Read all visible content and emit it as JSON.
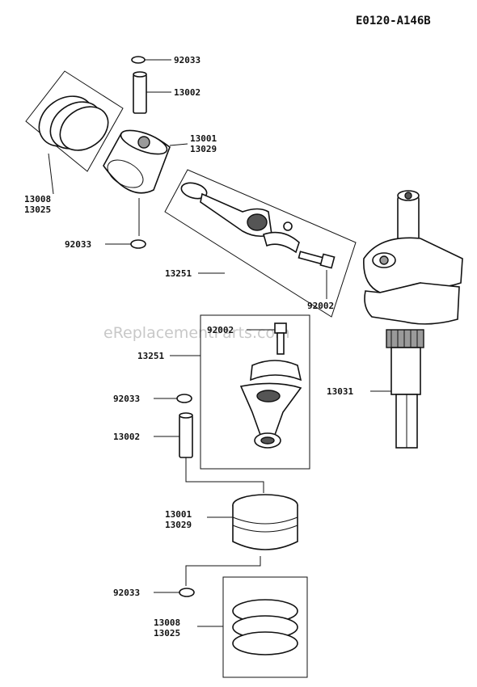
{
  "diagram_code": "E0120-A146B",
  "watermark": "eReplacementParts.com",
  "labels": {
    "upper_circlip_top": "92033",
    "upper_piston_pin": "13002",
    "upper_piston_a": "13001",
    "upper_piston_b": "13029",
    "upper_rings_a": "13008",
    "upper_rings_b": "13025",
    "upper_circlip_bottom": "92033",
    "upper_conrod": "13251",
    "upper_conrod_bolt": "92002",
    "crankshaft": "13031",
    "lower_conrod_bolt": "92002",
    "lower_conrod": "13251",
    "lower_circlip_top": "92033",
    "lower_piston_pin": "13002",
    "lower_piston_a": "13001",
    "lower_piston_b": "13029",
    "lower_circlip_bottom": "92033",
    "lower_rings_a": "13008",
    "lower_rings_b": "13025"
  }
}
